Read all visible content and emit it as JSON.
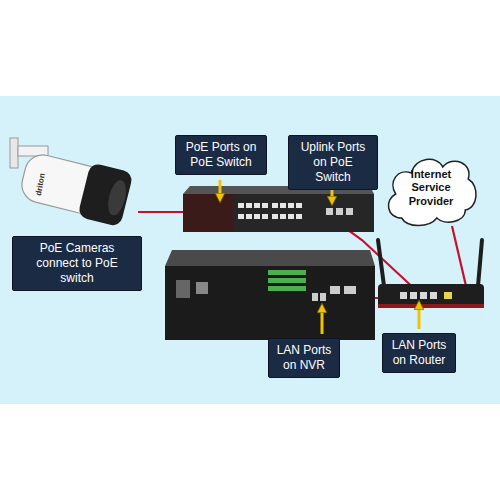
{
  "diagram": {
    "nodes": [
      {
        "text": [
          "PoE Ports on PoE Switch"
        ]
      },
      {
        "text": [
          "Uplink Ports on PoE Switch"
        ]
      },
      {
        "text": [
          "Internet Service Provider"
        ]
      },
      {
        "text": [
          "PoE Cameras connect to PoE switch"
        ]
      },
      {
        "text": [
          "LAN Ports on NVR"
        ]
      },
      {
        "text": [
          "LAN Ports on Router"
        ]
      }
    ],
    "labels": [
      "driton"
    ]
  }
}
